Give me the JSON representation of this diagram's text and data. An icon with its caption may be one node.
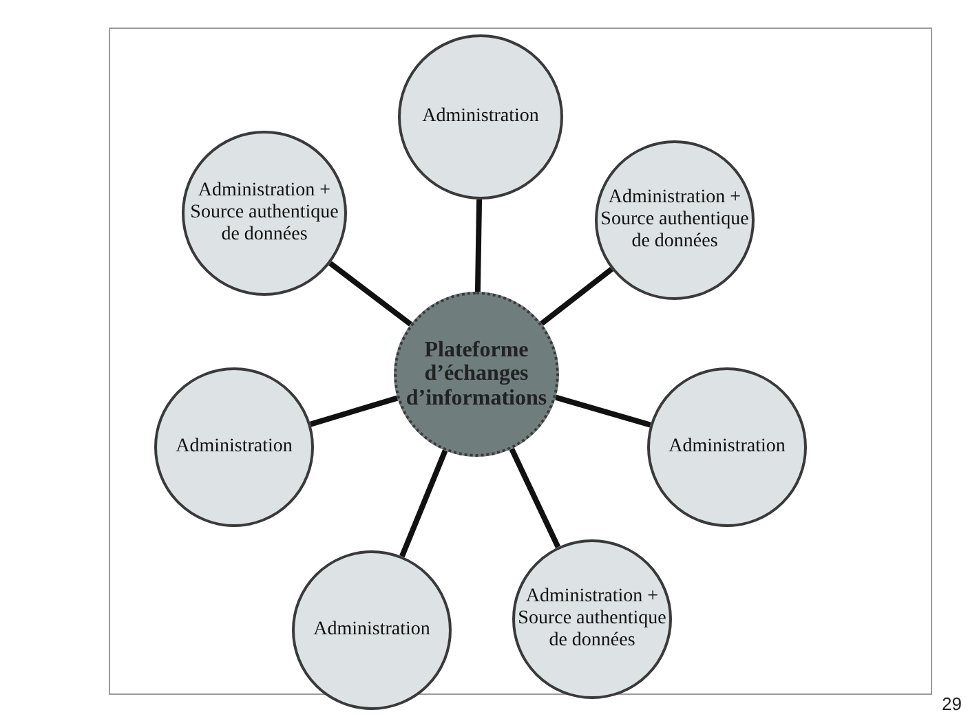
{
  "diagram": {
    "nodes": [
      {
        "text": [
          "Plateforme d’échanges d’informations"
        ]
      },
      {
        "text": [
          "Administration"
        ]
      },
      {
        "text": [
          "Administration + Source authentique de données"
        ]
      },
      {
        "text": [
          "Administration + Source authentique de données"
        ]
      },
      {
        "text": [
          "Administration"
        ]
      },
      {
        "text": [
          "Administration"
        ]
      },
      {
        "text": [
          "Administration"
        ]
      },
      {
        "text": [
          "Administration + Source authentique de données"
        ]
      }
    ],
    "edges": [
      {
        "from": 0,
        "to": 1,
        "arrow": "none"
      },
      {
        "from": 0,
        "to": 2,
        "arrow": "none"
      },
      {
        "from": 0,
        "to": 3,
        "arrow": "none"
      },
      {
        "from": 0,
        "to": 4,
        "arrow": "none"
      },
      {
        "from": 0,
        "to": 5,
        "arrow": "none"
      },
      {
        "from": 0,
        "to": 6,
        "arrow": "none"
      },
      {
        "from": 0,
        "to": 7,
        "arrow": "none"
      }
    ],
    "labels": [
      "29"
    ]
  }
}
